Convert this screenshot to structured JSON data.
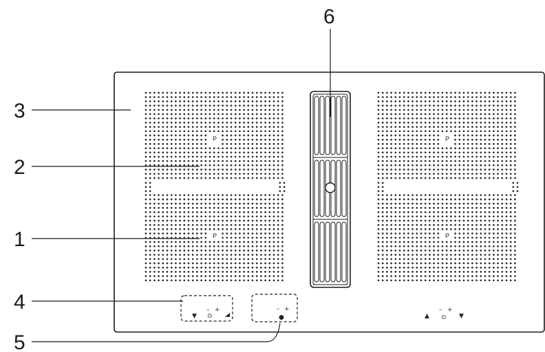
{
  "callouts": [
    {
      "id": "1",
      "label": "1"
    },
    {
      "id": "2",
      "label": "2"
    },
    {
      "id": "3",
      "label": "3"
    },
    {
      "id": "4",
      "label": "4"
    },
    {
      "id": "5",
      "label": "5"
    },
    {
      "id": "6",
      "label": "6"
    }
  ],
  "zone_marks": {
    "left_upper": "P",
    "left_lower": "P",
    "right_upper": "P",
    "right_lower": "P"
  },
  "control_symbols": {
    "down_arrow": "▼",
    "up_arrow": "▲",
    "minus": "–",
    "plus": "+",
    "timer": "⊙",
    "power": "●"
  },
  "colors": {
    "line": "#1a1a1a",
    "dot": "#2a2a2a",
    "background": "#ffffff"
  }
}
